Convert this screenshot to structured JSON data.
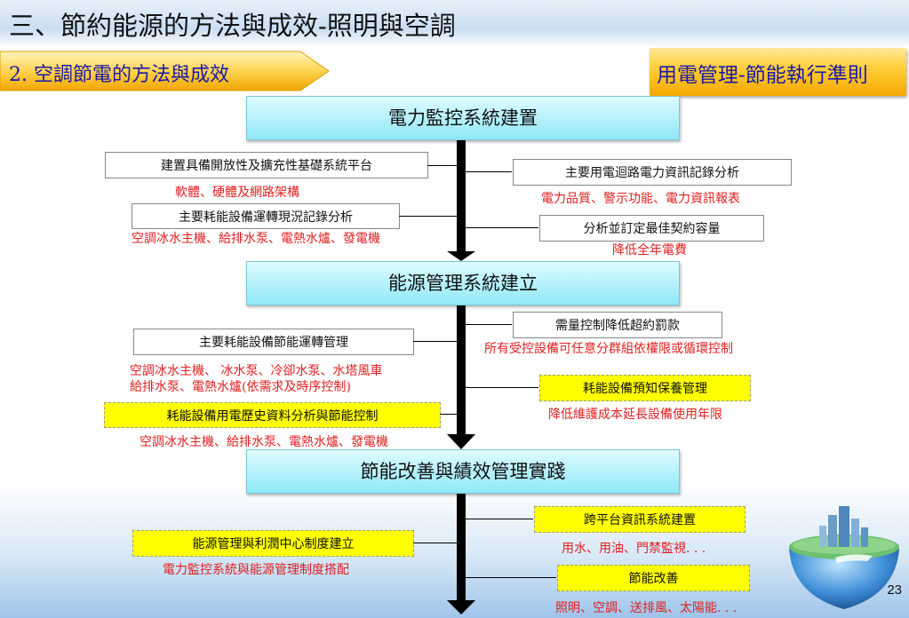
{
  "header": {
    "title": "三、節約能源的方法與成效-照明與空調",
    "subtitle": "2. 空調節電的方法與成效",
    "rule": "用電管理-節能執行準則"
  },
  "stages": [
    "電力監控系統建置",
    "能源管理系統建立",
    "節能改善與績效管理實踐"
  ],
  "stage1": {
    "left1": "建置具備開放性及擴充性基礎系統平台",
    "left1_note": "軟體、硬體及網路架構",
    "left2": "主要耗能設備運轉現況記錄分析",
    "left2_note": "空調冰水主機、給排水泵、電熱水爐、發電機",
    "right1": "主要用電迴路電力資訊記錄分析",
    "right1_note": "電力品質、警示功能、電力資訊報表",
    "right2": "分析並訂定最佳契約容量",
    "right2_note": "降低全年電費"
  },
  "stage2": {
    "left1": "主要耗能設備節能運轉管理",
    "left1_note_line1": "空調冰水主機、 冰水泵、冷卻水泵、水塔風車",
    "left1_note_line2": "給排水泵、電熱水爐(依需求及時序控制)",
    "left2": "耗能設備用電歷史資料分析與節能控制",
    "left2_note": "空調冰水主機、給排水泵、電熱水爐、發電機",
    "right1": "需量控制降低超約罰款",
    "right1_note": "所有受控設備可任意分群組依權限或循環控制",
    "right2": "耗能設備預知保養管理",
    "right2_note": "降低維護成本延長設備使用年限"
  },
  "stage3": {
    "left1": "能源管理與利潤中心制度建立",
    "left1_note": "電力監控系統與能源管理制度搭配",
    "right1": "跨平台資訊系統建置",
    "right1_note": "用水、用油、門禁監視. . .",
    "right2": "節能改善",
    "right2_note": "照明、空調、送排風、太陽能. . ."
  },
  "page_number": "23",
  "colors": {
    "stage_box": "#8fe8f8",
    "highlight": "#ffff00",
    "note_red": "#e02020",
    "title_blue": "#1a1aa8",
    "tab_gold": "#ffcf3a"
  }
}
